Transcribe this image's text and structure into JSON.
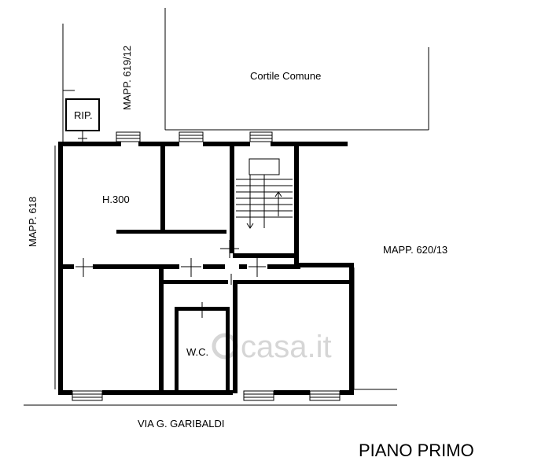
{
  "labels": {
    "courtyard": "Cortile Comune",
    "parcel_north": "MAPP. 619/12",
    "parcel_west": "MAPP. 618",
    "parcel_east": "MAPP. 620/13",
    "storage": "RIP.",
    "room_height": "H.300",
    "bathroom": "W.C.",
    "street": "VIA G. GARIBALDI",
    "floor_name": "PIANO PRIMO",
    "watermark": "casa.it"
  }
}
